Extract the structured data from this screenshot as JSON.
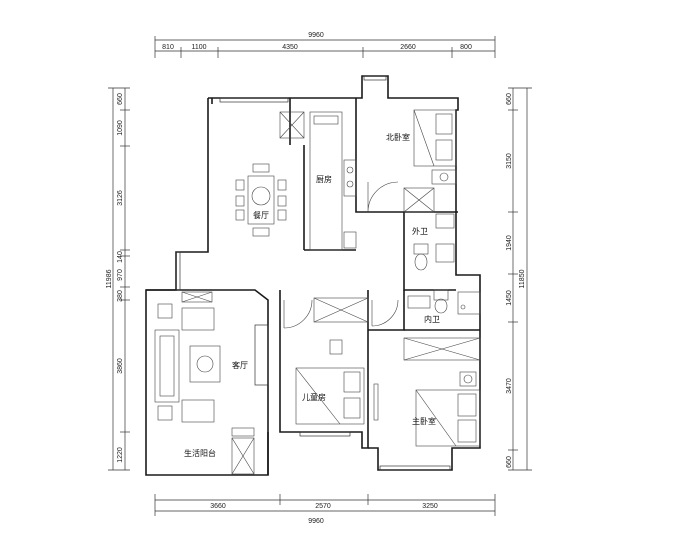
{
  "rooms": {
    "north_bedroom": "北卧室",
    "kitchen": "厨房",
    "dining": "餐厅",
    "outer_bath": "外卫",
    "inner_bath": "内卫",
    "living_room": "客厅",
    "kids_room": "儿童房",
    "master_bedroom": "主卧室",
    "balcony": "生活阳台"
  },
  "dimensions": {
    "top_total": "9960",
    "top": [
      "810",
      "1100",
      "4350",
      "2660",
      "800"
    ],
    "bottom": [
      "3660",
      "2570",
      "3250"
    ],
    "bottom_total": "9960",
    "left_total": "11986",
    "left": [
      "660",
      "1090",
      "3126",
      "140",
      "970",
      "380",
      "3860",
      "1220"
    ],
    "right": [
      "660",
      "3150",
      "1940",
      "1450",
      "3470",
      "660"
    ],
    "right_total": "11850"
  }
}
